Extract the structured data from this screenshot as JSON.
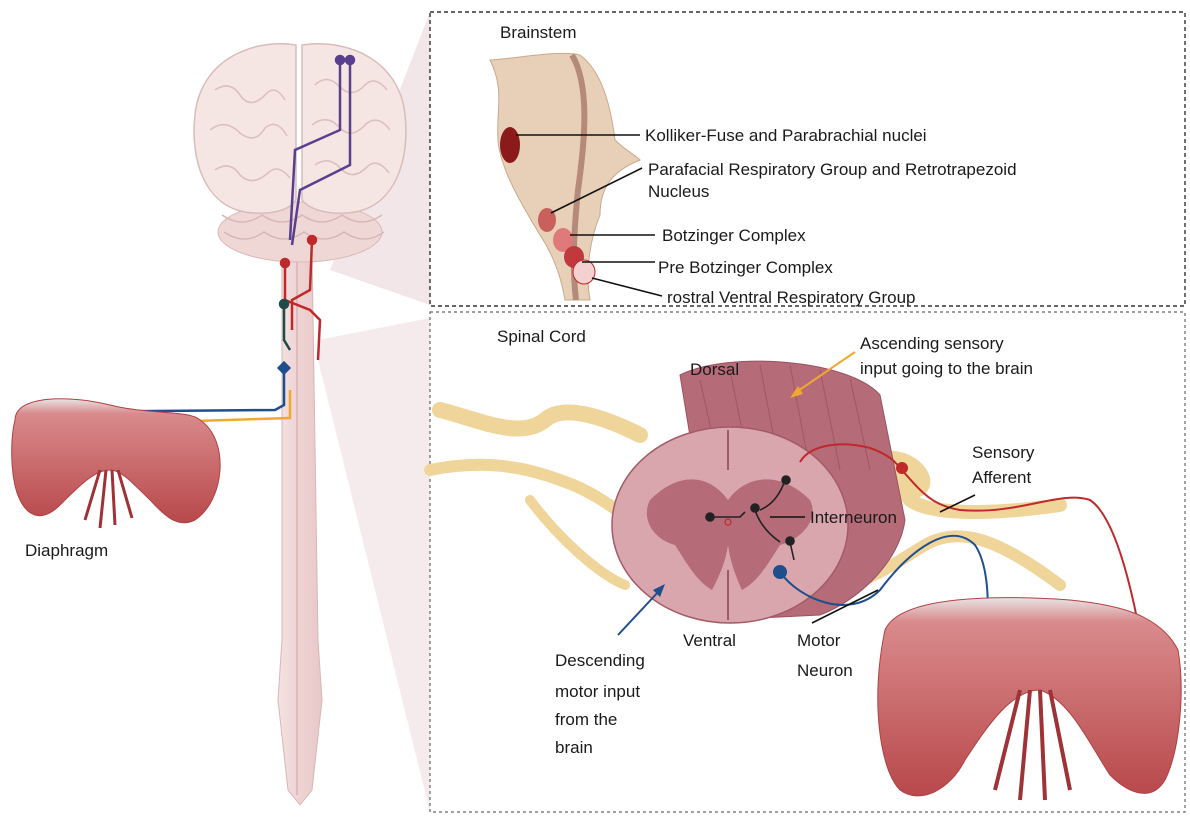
{
  "panels": {
    "brainstem": {
      "title": "Brainstem",
      "labels": {
        "kolliker_fuse": "Kolliker-Fuse  and Parabrachial nuclei",
        "pfrg_line1": "Parafacial Respiratory Group and Retrotrapezoid",
        "pfrg_line2": "Nucleus",
        "botzinger": "Botzinger Complex",
        "pre_botzinger": "Pre Botzinger Complex",
        "rvrg": "rostral Ventral Respiratory Group"
      }
    },
    "spinal_cord": {
      "title": "Spinal Cord",
      "labels": {
        "dorsal": "Dorsal",
        "ventral": "Ventral",
        "ascending_line1": "Ascending sensory",
        "ascending_line2": "input going to the brain",
        "sensory_line1": "Sensory",
        "sensory_line2": "Afferent",
        "interneuron": "Interneuron",
        "motor_line1": "Motor",
        "motor_line2": "Neuron",
        "descending_line1": "Descending",
        "descending_line2": "motor input",
        "descending_line3": "from the",
        "descending_line4": "brain"
      }
    }
  },
  "left": {
    "diaphragm_label": "Diaphragm"
  },
  "colors": {
    "motor_blue": "#1f4e8c",
    "sensory_red": "#c0292b",
    "ascending_orange": "#f0a830",
    "purple_tract": "#5b3f8f",
    "dark_teal": "#1f4a48",
    "nerve_tan": "#f0d59a",
    "cord_pink": "#efd6d6",
    "muscle_red": "#c9575a",
    "nucleus_dark": "#8b1a1a"
  }
}
